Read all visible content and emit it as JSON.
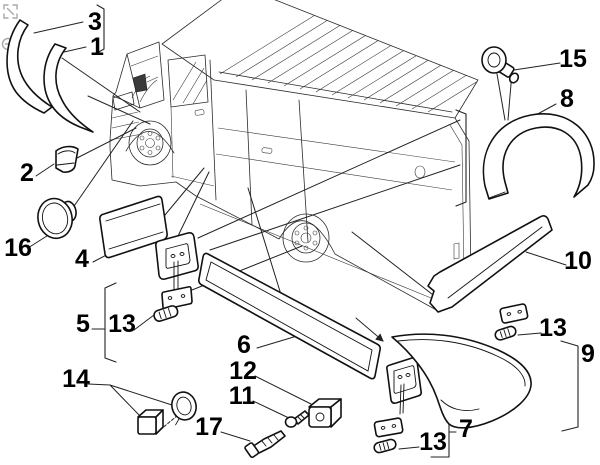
{
  "figure": {
    "type": "exploded-parts-line-diagram",
    "subject": "van side body mouldings and wheel-arch trims with fasteners"
  },
  "colors": {
    "background": "#ffffff",
    "line_art": "#2b2b2b",
    "part_outline": "#111111",
    "labels": "#000000",
    "toolbar_icons": "#a9a9a9"
  },
  "toolbar": {
    "icons": [
      "fit-view-icon",
      "zoom-out-icon"
    ]
  },
  "callouts": {
    "c1": "1",
    "c2": "2",
    "c3": "3",
    "c4": "4",
    "c5": "5",
    "c6": "6",
    "c7": "7",
    "c8": "8",
    "c9": "9",
    "c10": "10",
    "c11": "11",
    "c12": "12",
    "c13a": "13",
    "c13b": "13",
    "c13c": "13",
    "c14": "14",
    "c15": "15",
    "c16": "16",
    "c17": "17"
  }
}
